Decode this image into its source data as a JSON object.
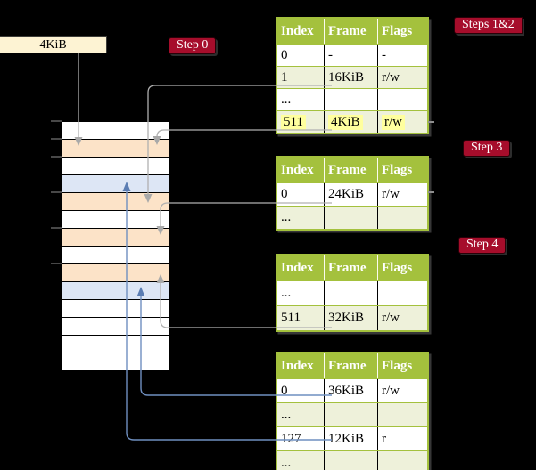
{
  "colors": {
    "background": "#000000",
    "table_header_green": "#a4c13d",
    "table_row_green": "#eef1da",
    "table_border_green": "#a4c13d",
    "highlight_yellow": "#ffff9e",
    "step_label_red": "#a60d2b",
    "legend_cream": "#fdf3d3",
    "stack_peach": "#fce3c8",
    "stack_blue": "#dde6f5",
    "stack_white": "#ffffff",
    "connector_gray": "#b0b0b0",
    "connector_blue": "#6f8fc0"
  },
  "legend_box": {
    "label": "4KiB"
  },
  "step_labels": {
    "step0": "Step 0",
    "steps12": "Steps 1&2",
    "step3": "Step 3",
    "step4": "Step 4"
  },
  "page_tables": [
    {
      "name": "page-table-steps-1-2",
      "columns": [
        "Index",
        "Frame",
        "Flags"
      ],
      "rows": [
        {
          "index": "0",
          "frame": "-",
          "flags": "-",
          "shaded": false,
          "highlighted": false
        },
        {
          "index": "1",
          "frame": "16KiB",
          "flags": "r/w",
          "shaded": true,
          "highlighted": false
        },
        {
          "index": "...",
          "frame": "",
          "flags": "",
          "shaded": false,
          "highlighted": false
        },
        {
          "index": "511",
          "frame": "4KiB",
          "flags": "r/w",
          "shaded": true,
          "highlighted": true
        }
      ]
    },
    {
      "name": "page-table-step-3",
      "columns": [
        "Index",
        "Frame",
        "Flags"
      ],
      "rows": [
        {
          "index": "0",
          "frame": "24KiB",
          "flags": "r/w",
          "shaded": false,
          "highlighted": false
        },
        {
          "index": "...",
          "frame": "",
          "flags": "",
          "shaded": true,
          "highlighted": false
        }
      ]
    },
    {
      "name": "page-table-step-4",
      "columns": [
        "Index",
        "Frame",
        "Flags"
      ],
      "rows": [
        {
          "index": "...",
          "frame": "",
          "flags": "",
          "shaded": false,
          "highlighted": false
        },
        {
          "index": "511",
          "frame": "32KiB",
          "flags": "r/w",
          "shaded": true,
          "highlighted": false
        }
      ]
    },
    {
      "name": "page-table-bottom",
      "columns": [
        "Index",
        "Frame",
        "Flags"
      ],
      "rows": [
        {
          "index": "0",
          "frame": "36KiB",
          "flags": "r/w",
          "shaded": false,
          "highlighted": false
        },
        {
          "index": "...",
          "frame": "",
          "flags": "",
          "shaded": true,
          "highlighted": false
        },
        {
          "index": "127",
          "frame": "12KiB",
          "flags": "r",
          "shaded": false,
          "highlighted": false
        },
        {
          "index": "...",
          "frame": "",
          "flags": "",
          "shaded": true,
          "highlighted": false
        }
      ]
    }
  ],
  "memory_stack": {
    "rows": [
      "white",
      "peach",
      "white",
      "blue",
      "peach",
      "white",
      "peach",
      "white",
      "peach",
      "blue",
      "white",
      "white",
      "white",
      "white"
    ]
  }
}
